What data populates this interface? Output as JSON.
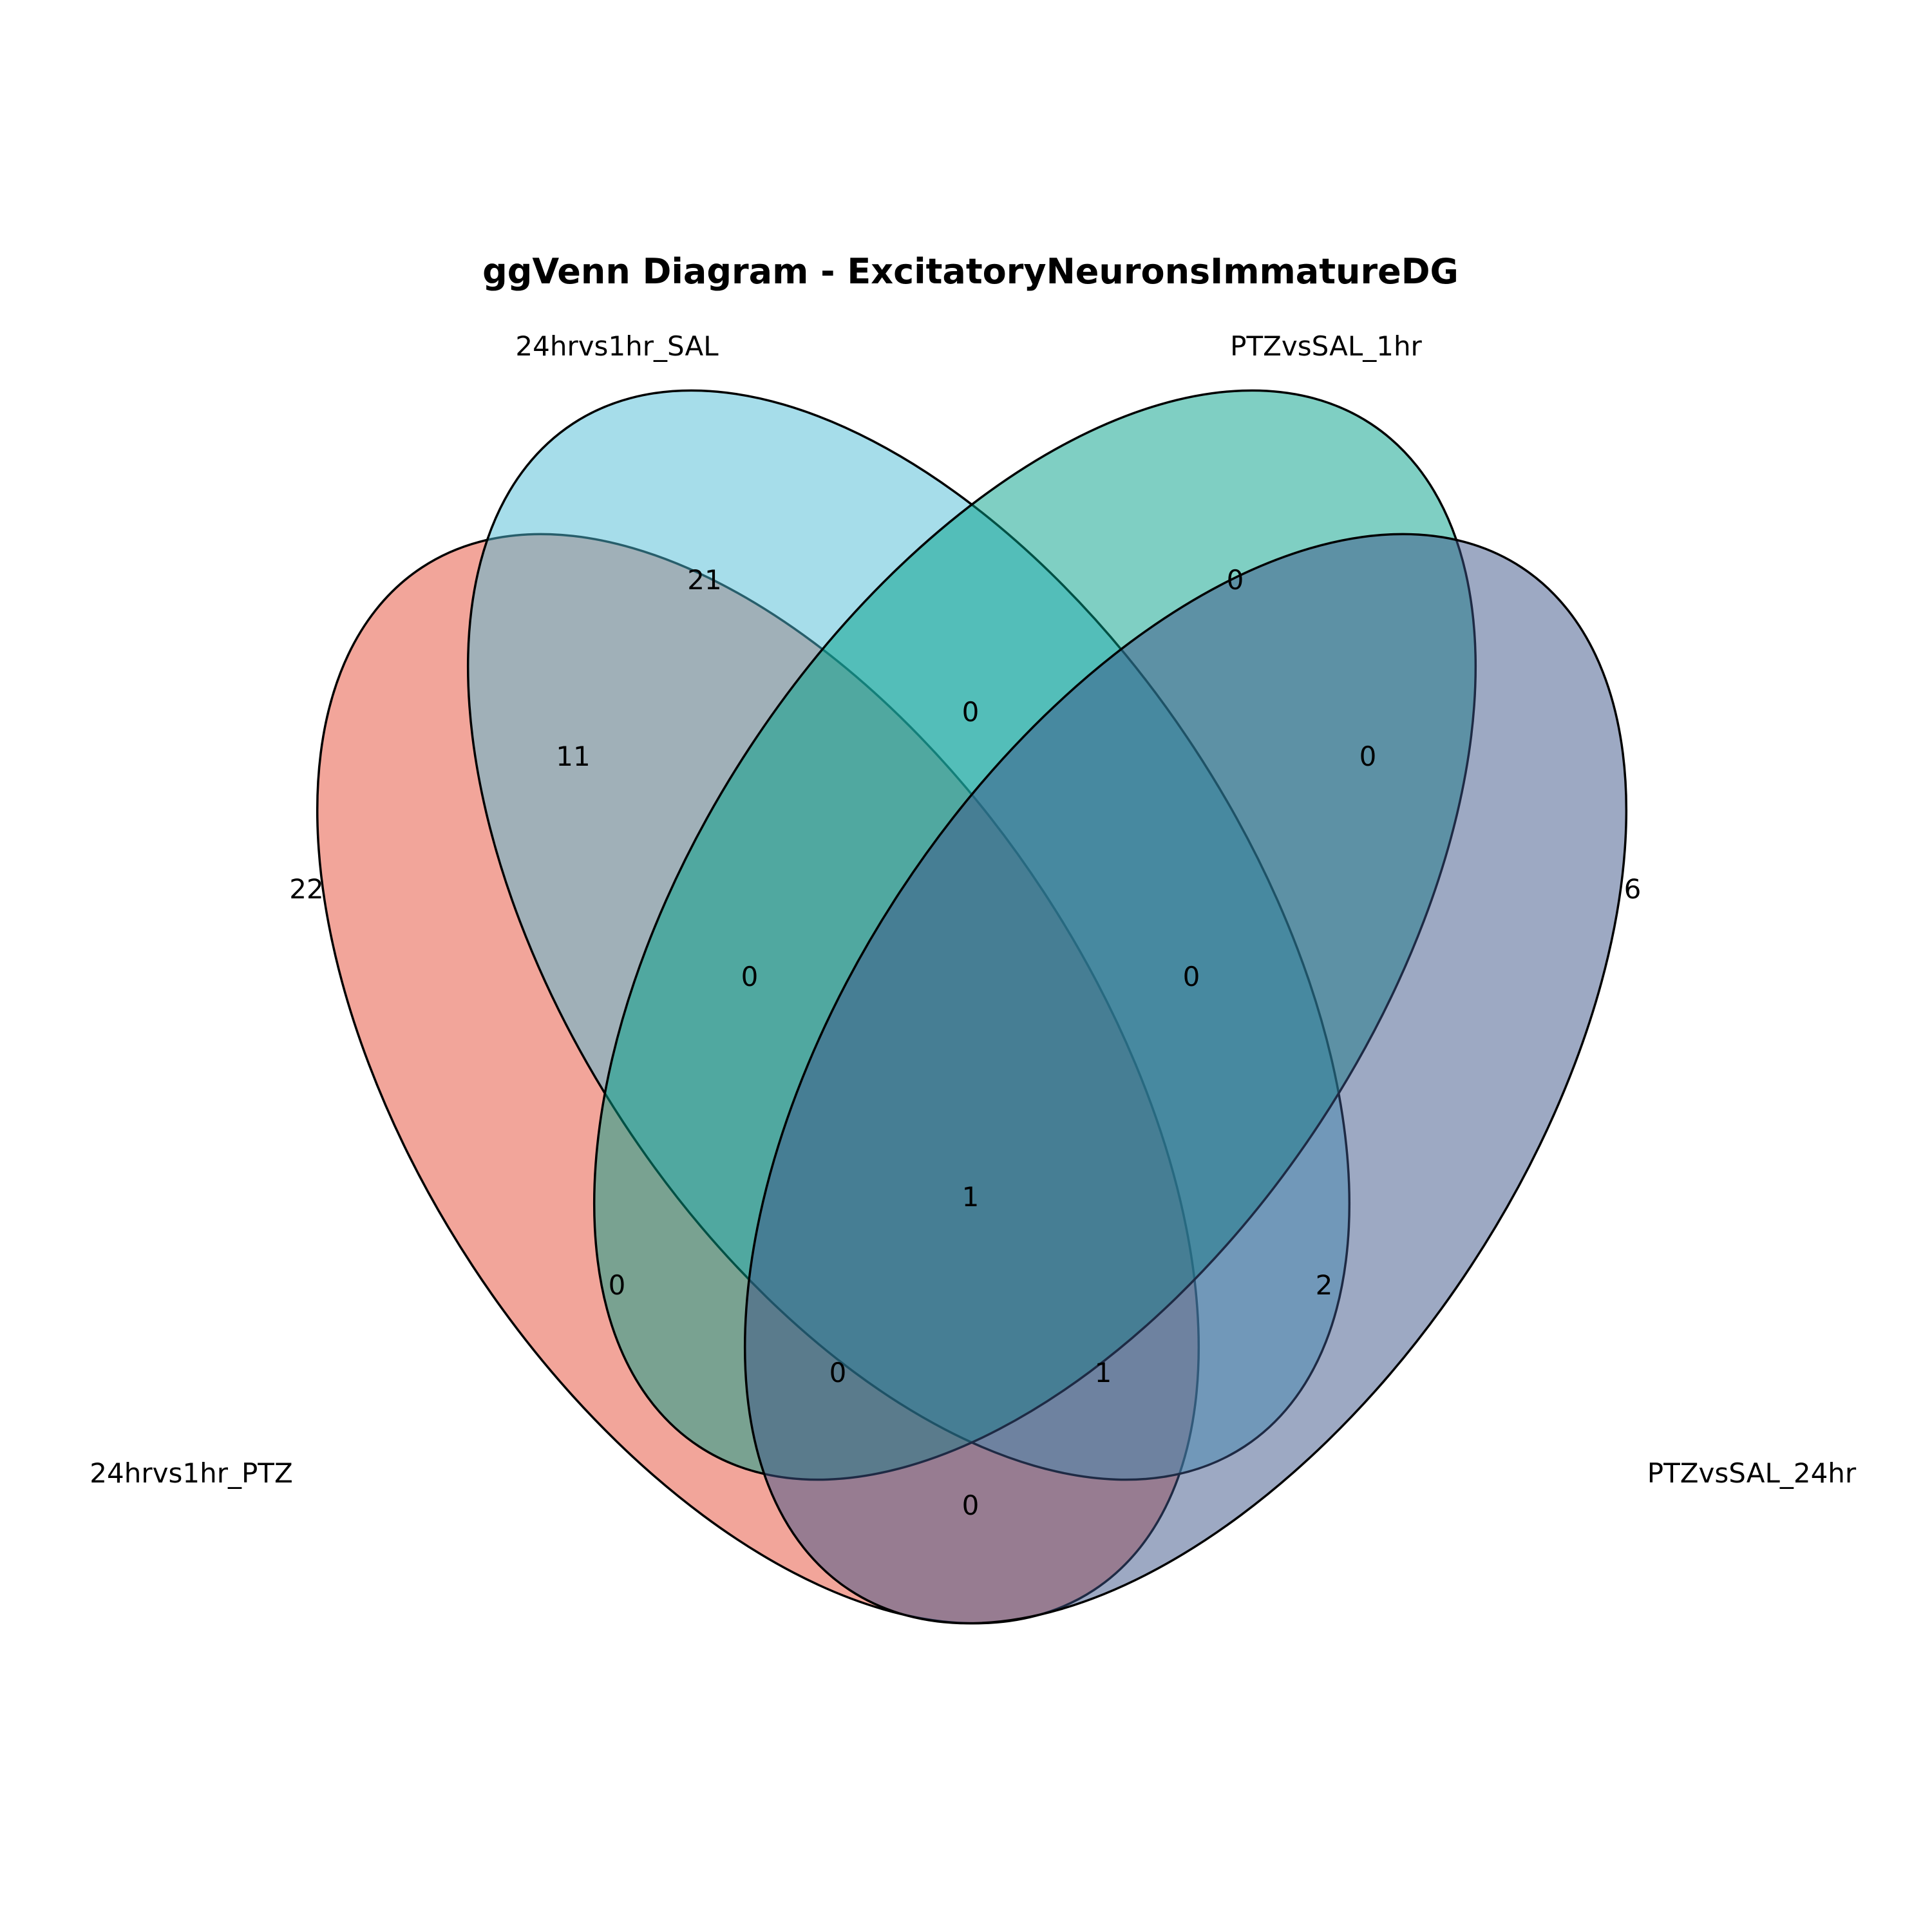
{
  "title": "ggVenn Diagram - ExcitatoryNeuronsImmatureDG",
  "sets": [
    {
      "key": "A",
      "name": "24hrvs1hr_PTZ",
      "color": "#E64B35"
    },
    {
      "key": "B",
      "name": "24hrvs1hr_SAL",
      "color": "#4DBBD5"
    },
    {
      "key": "C",
      "name": "PTZvsSAL_1hr",
      "color": "#00A087"
    },
    {
      "key": "D",
      "name": "PTZvsSAL_24hr",
      "color": "#3C5488"
    }
  ],
  "fill_opacity": 0.5,
  "regions": [
    {
      "sets": "A",
      "count": "22"
    },
    {
      "sets": "B",
      "count": "21"
    },
    {
      "sets": "C",
      "count": "0"
    },
    {
      "sets": "D",
      "count": "6"
    },
    {
      "sets": "AB",
      "count": "11"
    },
    {
      "sets": "BC",
      "count": "0"
    },
    {
      "sets": "CD",
      "count": "0"
    },
    {
      "sets": "ABC",
      "count": "0"
    },
    {
      "sets": "BCD",
      "count": "0"
    },
    {
      "sets": "ABCD",
      "count": "1"
    },
    {
      "sets": "AC",
      "count": "0"
    },
    {
      "sets": "BD",
      "count": "2"
    },
    {
      "sets": "ACD",
      "count": "0"
    },
    {
      "sets": "ABD",
      "count": "1"
    },
    {
      "sets": "AD",
      "count": "0"
    }
  ]
}
